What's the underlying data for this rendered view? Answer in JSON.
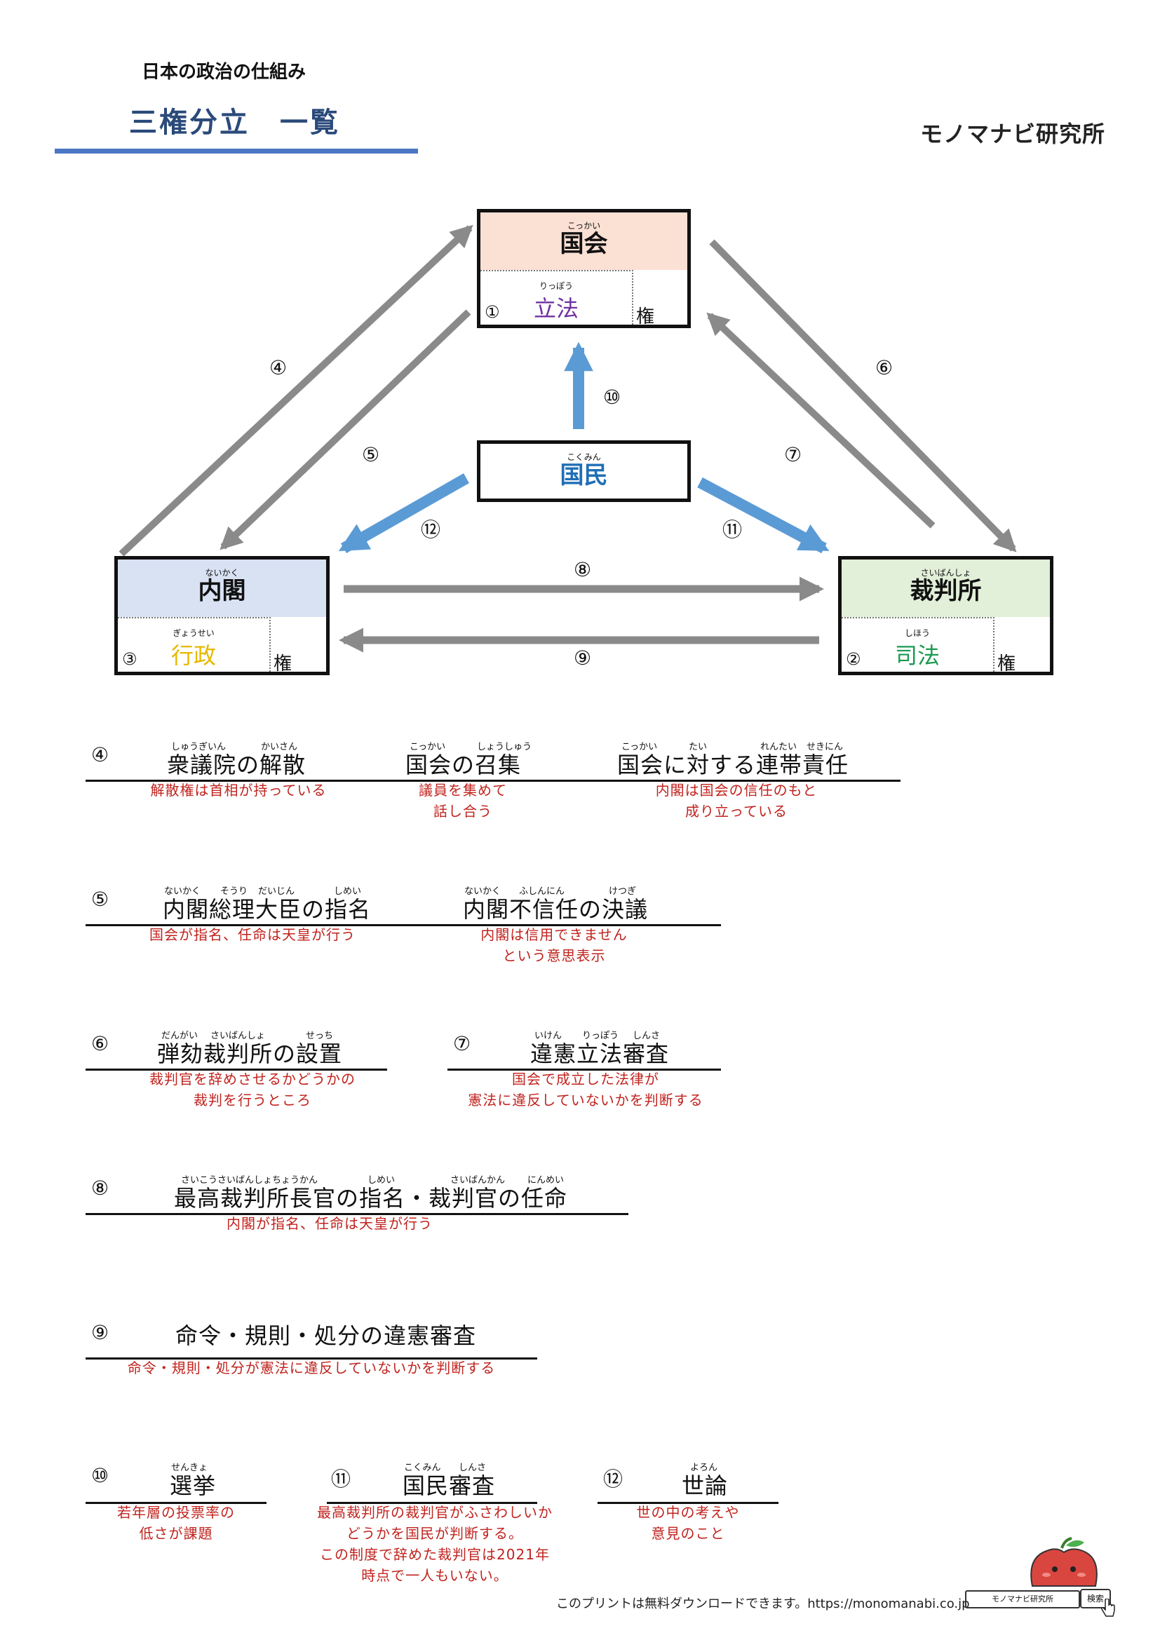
{
  "header": {
    "subtitle": "日本の政治の仕組み",
    "title": "三権分立　一覧",
    "brand": "モノマナビ研究所"
  },
  "diagram": {
    "kokkai": {
      "ruby": "こっかい",
      "name": "国会",
      "power_ruby": "りっぽう",
      "power": "立法",
      "num": "①",
      "ken": "権",
      "head_color": "#fbe0d4",
      "power_color": "#7030a0"
    },
    "saibansho": {
      "ruby": "さいばんしょ",
      "name": "裁判所",
      "power_ruby": "しほう",
      "power": "司法",
      "num": "②",
      "ken": "権",
      "head_color": "#e2efd9",
      "power_color": "#1a9a50"
    },
    "naikaku": {
      "ruby": "ないかく",
      "name": "内閣",
      "power_ruby": "ぎょうせい",
      "power": "行政",
      "num": "③",
      "ken": "権",
      "head_color": "#d9e2f3",
      "power_color": "#e6b800"
    },
    "kokumin": {
      "ruby": "こくみん",
      "name": "国民",
      "name_color": "#1f6fb5"
    },
    "arrow_labels": {
      "a4": "④",
      "a5": "⑤",
      "a6": "⑥",
      "a7": "⑦",
      "a8": "⑧",
      "a9": "⑨",
      "a10": "⑩",
      "a11": "⑪",
      "a12": "⑫"
    },
    "colors": {
      "gray_arrow": "#8a8a8a",
      "blue_arrow": "#5b9bd5"
    }
  },
  "items": {
    "i4": {
      "num": "④",
      "t1": {
        "ruby1": "しゅうぎいん",
        "ruby2": "かいさん",
        "text": "衆議院の解散",
        "note1": "解散権は首相が持っている"
      },
      "t2": {
        "ruby1": "こっかい",
        "ruby2": "しょうしゅう",
        "text": "国会の召集",
        "note1": "議員を集めて",
        "note2": "話し合う"
      },
      "t3": {
        "ruby1": "こっかい",
        "ruby2": "たい",
        "ruby3": "れんたい",
        "ruby4": "せきにん",
        "text": "国会に対する連帯責任",
        "note1": "内閣は国会の信任のもと",
        "note2": "成り立っている"
      }
    },
    "i5": {
      "num": "⑤",
      "t1": {
        "ruby1": "ないかく",
        "ruby2": "そうり",
        "ruby3": "だいじん",
        "ruby4": "しめい",
        "text": "内閣総理大臣の指名",
        "note1": "国会が指名、任命は天皇が行う"
      },
      "t2": {
        "ruby1": "ないかく",
        "ruby2": "ふしんにん",
        "ruby3": "けつぎ",
        "text": "内閣不信任の決議",
        "note1": "内閣は信用できません",
        "note2": "という意思表示"
      }
    },
    "i6": {
      "num": "⑥",
      "t1": {
        "ruby1": "だんがい",
        "ruby2": "さいばんしょ",
        "ruby3": "せっち",
        "text": "弾劾裁判所の設置",
        "note1": "裁判官を辞めさせるかどうかの",
        "note2": "裁判を行うところ"
      }
    },
    "i7": {
      "num": "⑦",
      "t1": {
        "ruby1": "いけん",
        "ruby2": "りっぽう",
        "ruby3": "しんさ",
        "text": "違憲立法審査",
        "note1": "国会で成立した法律が",
        "note2": "憲法に違反していないかを判断する"
      }
    },
    "i8": {
      "num": "⑧",
      "t1": {
        "ruby1": "さいこうさいばんしょちょうかん",
        "ruby2": "しめい",
        "ruby3": "さいばんかん",
        "ruby4": "にんめい",
        "text": "最高裁判所長官の指名・裁判官の任命",
        "note1": "内閣が指名、任命は天皇が行う"
      }
    },
    "i9": {
      "num": "⑨",
      "t1": {
        "text": "命令・規則・処分の違憲審査",
        "note1": "命令・規則・処分が憲法に違反していないかを判断する"
      }
    },
    "i10": {
      "num": "⑩",
      "t1": {
        "ruby1": "せんきょ",
        "text": "選挙",
        "note1": "若年層の投票率の",
        "note2": "低さが課題"
      }
    },
    "i11": {
      "num": "⑪",
      "t1": {
        "ruby1": "こくみん",
        "ruby2": "しんさ",
        "text": "国民審査",
        "note1": "最高裁判所の裁判官がふさわしいか",
        "note2": "どうかを国民が判断する。",
        "note3": "この制度で辞めた裁判官は2021年",
        "note4": "時点で一人もいない。"
      }
    },
    "i12": {
      "num": "⑫",
      "t1": {
        "ruby1": "よろん",
        "text": "世論",
        "note1": "世の中の考えや",
        "note2": "意見のこと"
      }
    }
  },
  "footer": {
    "text": "このプリントは無料ダウンロードできます。https://monomanabi.co.jp",
    "search_text": "モノマナビ研究所",
    "search_button": "検索"
  }
}
